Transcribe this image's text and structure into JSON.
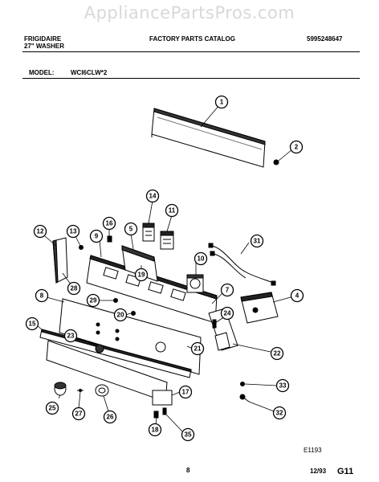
{
  "watermark": "AppliancePartsPros.com",
  "header": {
    "brand": "FRIGIDAIRE",
    "product": "27\" WASHER",
    "catalog_title": "FACTORY PARTS CATALOG",
    "catalog_number": "5995248647",
    "model_label": "MODEL:",
    "model_value": "WCI6CLW*2"
  },
  "callouts": [
    "1",
    "2",
    "14",
    "11",
    "16",
    "5",
    "9",
    "13",
    "12",
    "31",
    "10",
    "19",
    "28",
    "7",
    "4",
    "29",
    "20",
    "24",
    "8",
    "15",
    "23",
    "21",
    "22",
    "17",
    "33",
    "25",
    "27",
    "26",
    "18",
    "32",
    "35"
  ],
  "footer": {
    "diagram_code": "E1193",
    "page_number": "8",
    "date": "12/93",
    "section": "G11"
  }
}
